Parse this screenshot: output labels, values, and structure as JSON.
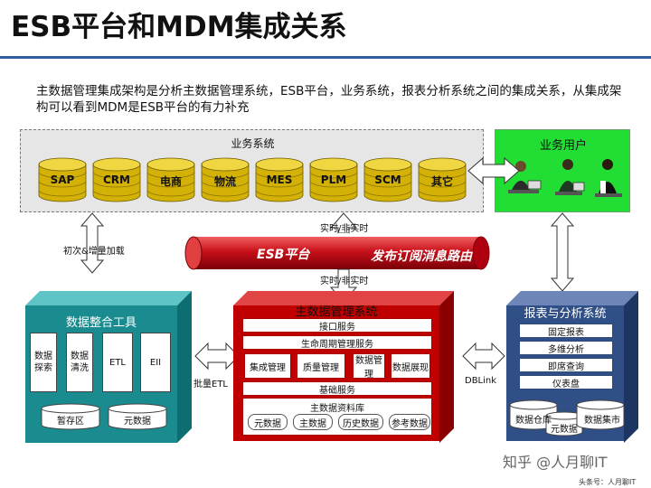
{
  "title": "ESB平台和MDM集成关系",
  "description": "主数据管理集成架构是分析主数据管理系统，ESB平台，业务系统，报表分析系统之间的集成关系，从集成架构可以看到MDM是ESB平台的有力补充",
  "business_systems": {
    "title": "业务系统",
    "items": [
      "SAP",
      "CRM",
      "电商",
      "物流",
      "MES",
      "PLM",
      "SCM",
      "其它"
    ]
  },
  "business_users": {
    "title": "业务用户"
  },
  "esb": {
    "label": "ESB平台",
    "route_label": "发布订阅消息路由",
    "realtime_top": "实时/非实时",
    "realtime_bottom": "实时/非实时"
  },
  "initial_load_label": "初次&增量加载",
  "batch_etl_label": "批量ETL",
  "dblink_label": "DBLink",
  "data_integration": {
    "title": "数据整合工具",
    "tools": [
      "数据探索",
      "数据清洗",
      "ETL",
      "EII"
    ],
    "stores": [
      "暂存区",
      "元数据"
    ]
  },
  "mdm": {
    "title": "主数据管理系统",
    "interface_service": "接口服务",
    "lifecycle_service": "生命周期管理服务",
    "modules": [
      "集成管理",
      "质量管理",
      "数据管理",
      "数据展现"
    ],
    "base_service": "基础服务",
    "repository": "主数据资料库",
    "repo_items": [
      "元数据",
      "主数据",
      "历史数据",
      "参考数据"
    ]
  },
  "reporting": {
    "title": "报表与分析系统",
    "items": [
      "固定报表",
      "多维分析",
      "即席查询",
      "仪表盘"
    ],
    "stores": [
      "数据仓库",
      "元数据",
      "数据集市"
    ]
  },
  "watermark": "知乎 @人月聊IT",
  "footnote": "头条号：人月聊IT",
  "colors": {
    "title_rule": "#2e5e9e",
    "biz_bg": "#e6e6e6",
    "users_bg": "#22dd33",
    "esb_red": "#c8101a",
    "teal": "#1a8c8f",
    "mdm_red": "#c00000",
    "report_blue": "#2f4f86",
    "cylinder_gold": "#d4b106"
  }
}
